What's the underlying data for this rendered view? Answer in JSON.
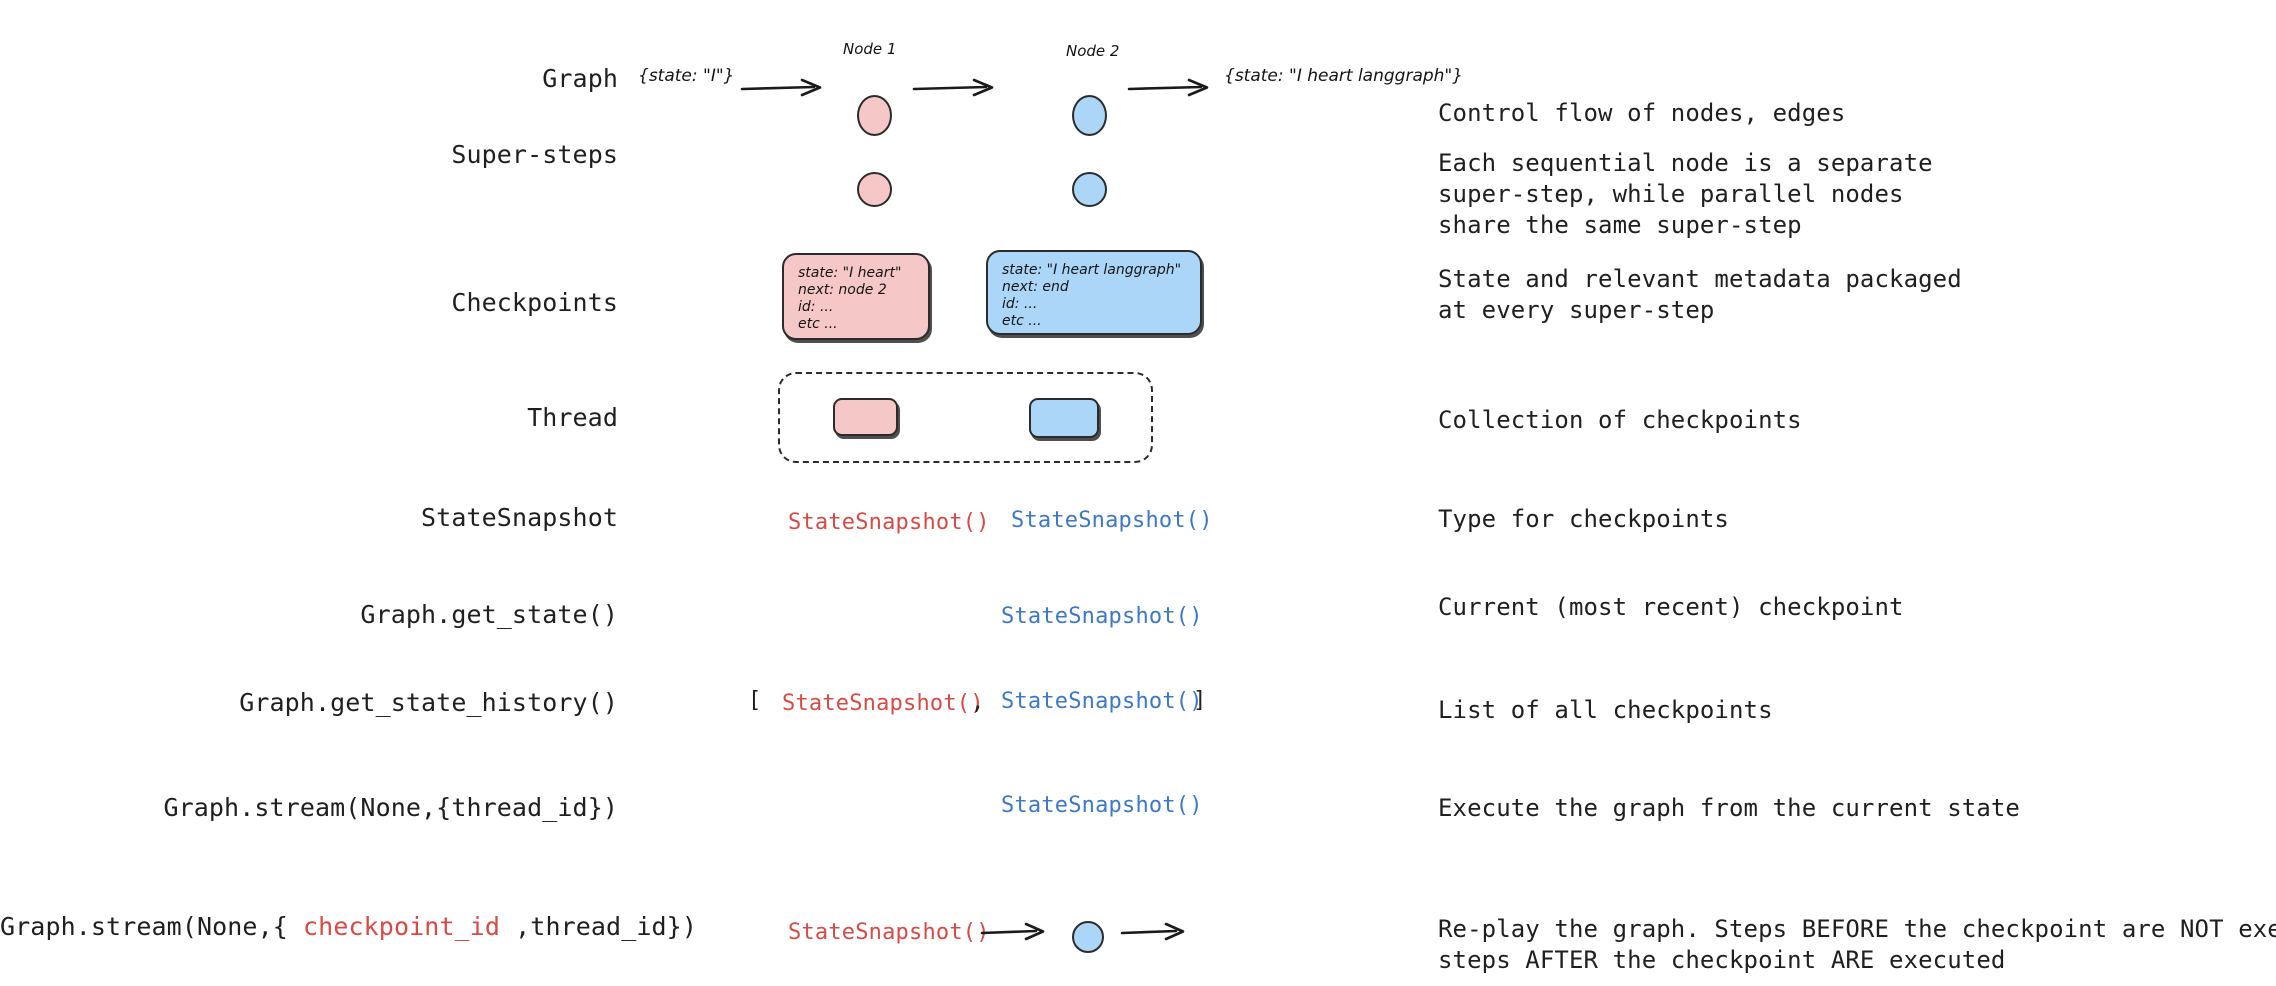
{
  "colors": {
    "pink_fill": "#f6c7c7",
    "blue_fill": "#abd6f7",
    "stroke": "#2b2b2b",
    "red_text": "#d94a44",
    "blue_text": "#3c78c8",
    "body_text": "#1f1f1f",
    "background": "#ffffff"
  },
  "rows": [
    {
      "id": "graph",
      "label": "Graph",
      "description": "Control flow of nodes, edges"
    },
    {
      "id": "super-steps",
      "label": "Super-steps",
      "description": "Each sequential node is a separate\nsuper-step, while parallel nodes\nshare the same super-step"
    },
    {
      "id": "checkpoints",
      "label": "Checkpoints",
      "description": "State and relevant metadata packaged\nat every super-step"
    },
    {
      "id": "thread",
      "label": "Thread",
      "description": "Collection of checkpoints"
    },
    {
      "id": "statesnapshot",
      "label": "StateSnapshot",
      "description": "Type for checkpoints"
    },
    {
      "id": "get-state",
      "label": "Graph.get_state()",
      "description": "Current (most recent) checkpoint"
    },
    {
      "id": "get-state-history",
      "label": "Graph.get_state_history()",
      "description": "List of all checkpoints"
    },
    {
      "id": "stream-thread",
      "label": "Graph.stream(None,{thread_id})",
      "description": "Execute the graph from the current state"
    },
    {
      "id": "stream-checkpoint",
      "label_prefix": "Graph.stream(None,{ ",
      "label_highlight": "checkpoint_id",
      "label_suffix": " ,thread_id})",
      "description": "Re-play the graph. Steps BEFORE the checkpoint are NOT executed,\nsteps AFTER the checkpoint ARE executed"
    }
  ],
  "graph_row": {
    "input_state": "{state: \"I\"}",
    "output_state": "{state: \"I heart langgraph\"}",
    "node1_label": "Node 1",
    "node2_label": "Node 2"
  },
  "checkpoint_cards": {
    "pink": {
      "lines": [
        "state: \"I heart\"",
        "next: node 2",
        "id: ...",
        "etc ..."
      ]
    },
    "blue": {
      "lines": [
        "state: \"I heart langgraph\"",
        "next: end",
        "id: ...",
        "etc ..."
      ]
    }
  },
  "code_tokens": {
    "state_snapshot_call": "StateSnapshot()",
    "bracket_open": "[",
    "bracket_close": "]",
    "comma": ","
  }
}
